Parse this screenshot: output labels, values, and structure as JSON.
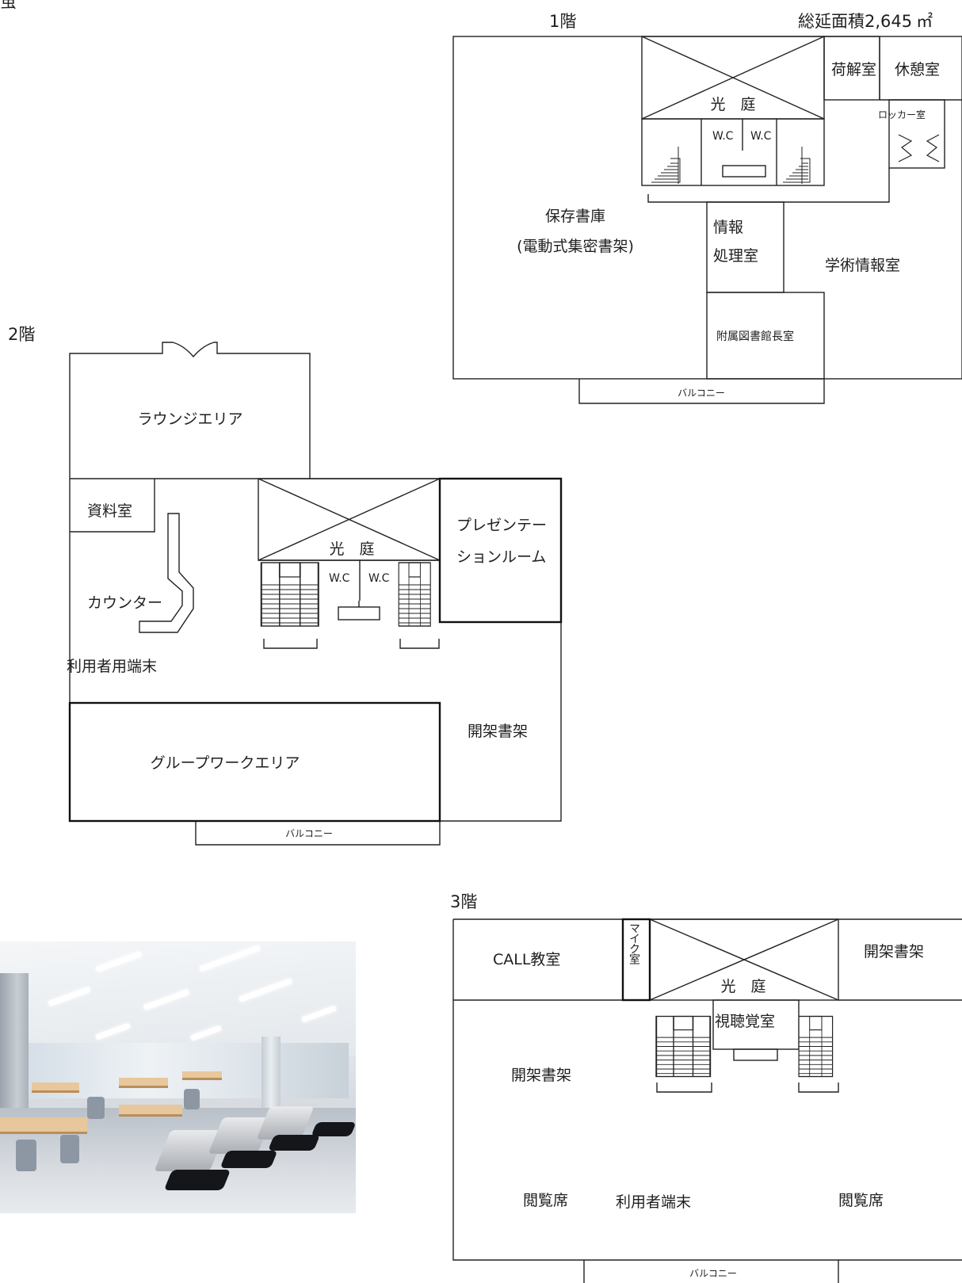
{
  "corner_fragment": "蛍",
  "floor1": {
    "title": "1階",
    "total_area": "総延面積2,645",
    "area_unit": "㎡",
    "rooms": {
      "courtyard": "光　庭",
      "wc_left": "W.C",
      "wc_right": "W.C",
      "unpacking": "荷解室",
      "rest": "休憩室",
      "locker": "ロッカー室",
      "stacks_line1": "保存書庫",
      "stacks_line2": "(電動式集密書架)",
      "info_line1": "情報",
      "info_line2": "処理室",
      "academic": "学術情報室",
      "director": "附属図書館長室",
      "balcony": "バルコニー"
    }
  },
  "floor2": {
    "title": "2階",
    "rooms": {
      "lounge": "ラウンジエリア",
      "materials": "資料室",
      "courtyard": "光　庭",
      "wc_left": "W.C",
      "wc_right": "W.C",
      "presentation_line1": "プレゼンテー",
      "presentation_line2": "ションルーム",
      "counter": "カウンター",
      "terminals": "利用者用端末",
      "open_shelves": "開架書架",
      "group_work": "グループワークエリア",
      "balcony": "バルコニー"
    }
  },
  "floor3": {
    "title": "3階",
    "rooms": {
      "call": "CALL教室",
      "mic": "マイク室",
      "courtyard": "光　庭",
      "open_shelves_right": "開架書架",
      "av": "視聴覚室",
      "open_shelves_left": "開架書架",
      "reading_left": "閲覧席",
      "terminals": "利用者端末",
      "reading_right": "閲覧席",
      "balcony": "バルコニー"
    }
  },
  "colors": {
    "line": "#222222",
    "text": "#1f1f1f",
    "background": "#ffffff"
  }
}
